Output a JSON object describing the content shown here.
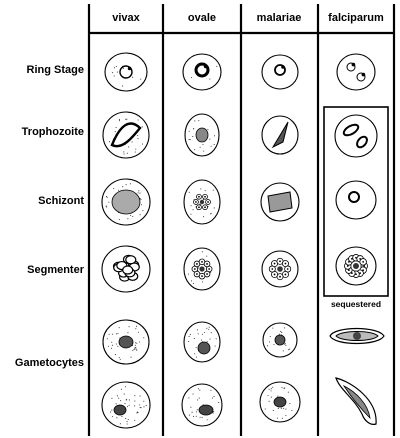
{
  "columns": [
    "vivax",
    "ovale",
    "malariae",
    "falciparum"
  ],
  "rows": [
    "Ring Stage",
    "Trophozoite",
    "Schizont",
    "Segmenter",
    "Gametocytes"
  ],
  "sequestered_note": "sequestered"
}
